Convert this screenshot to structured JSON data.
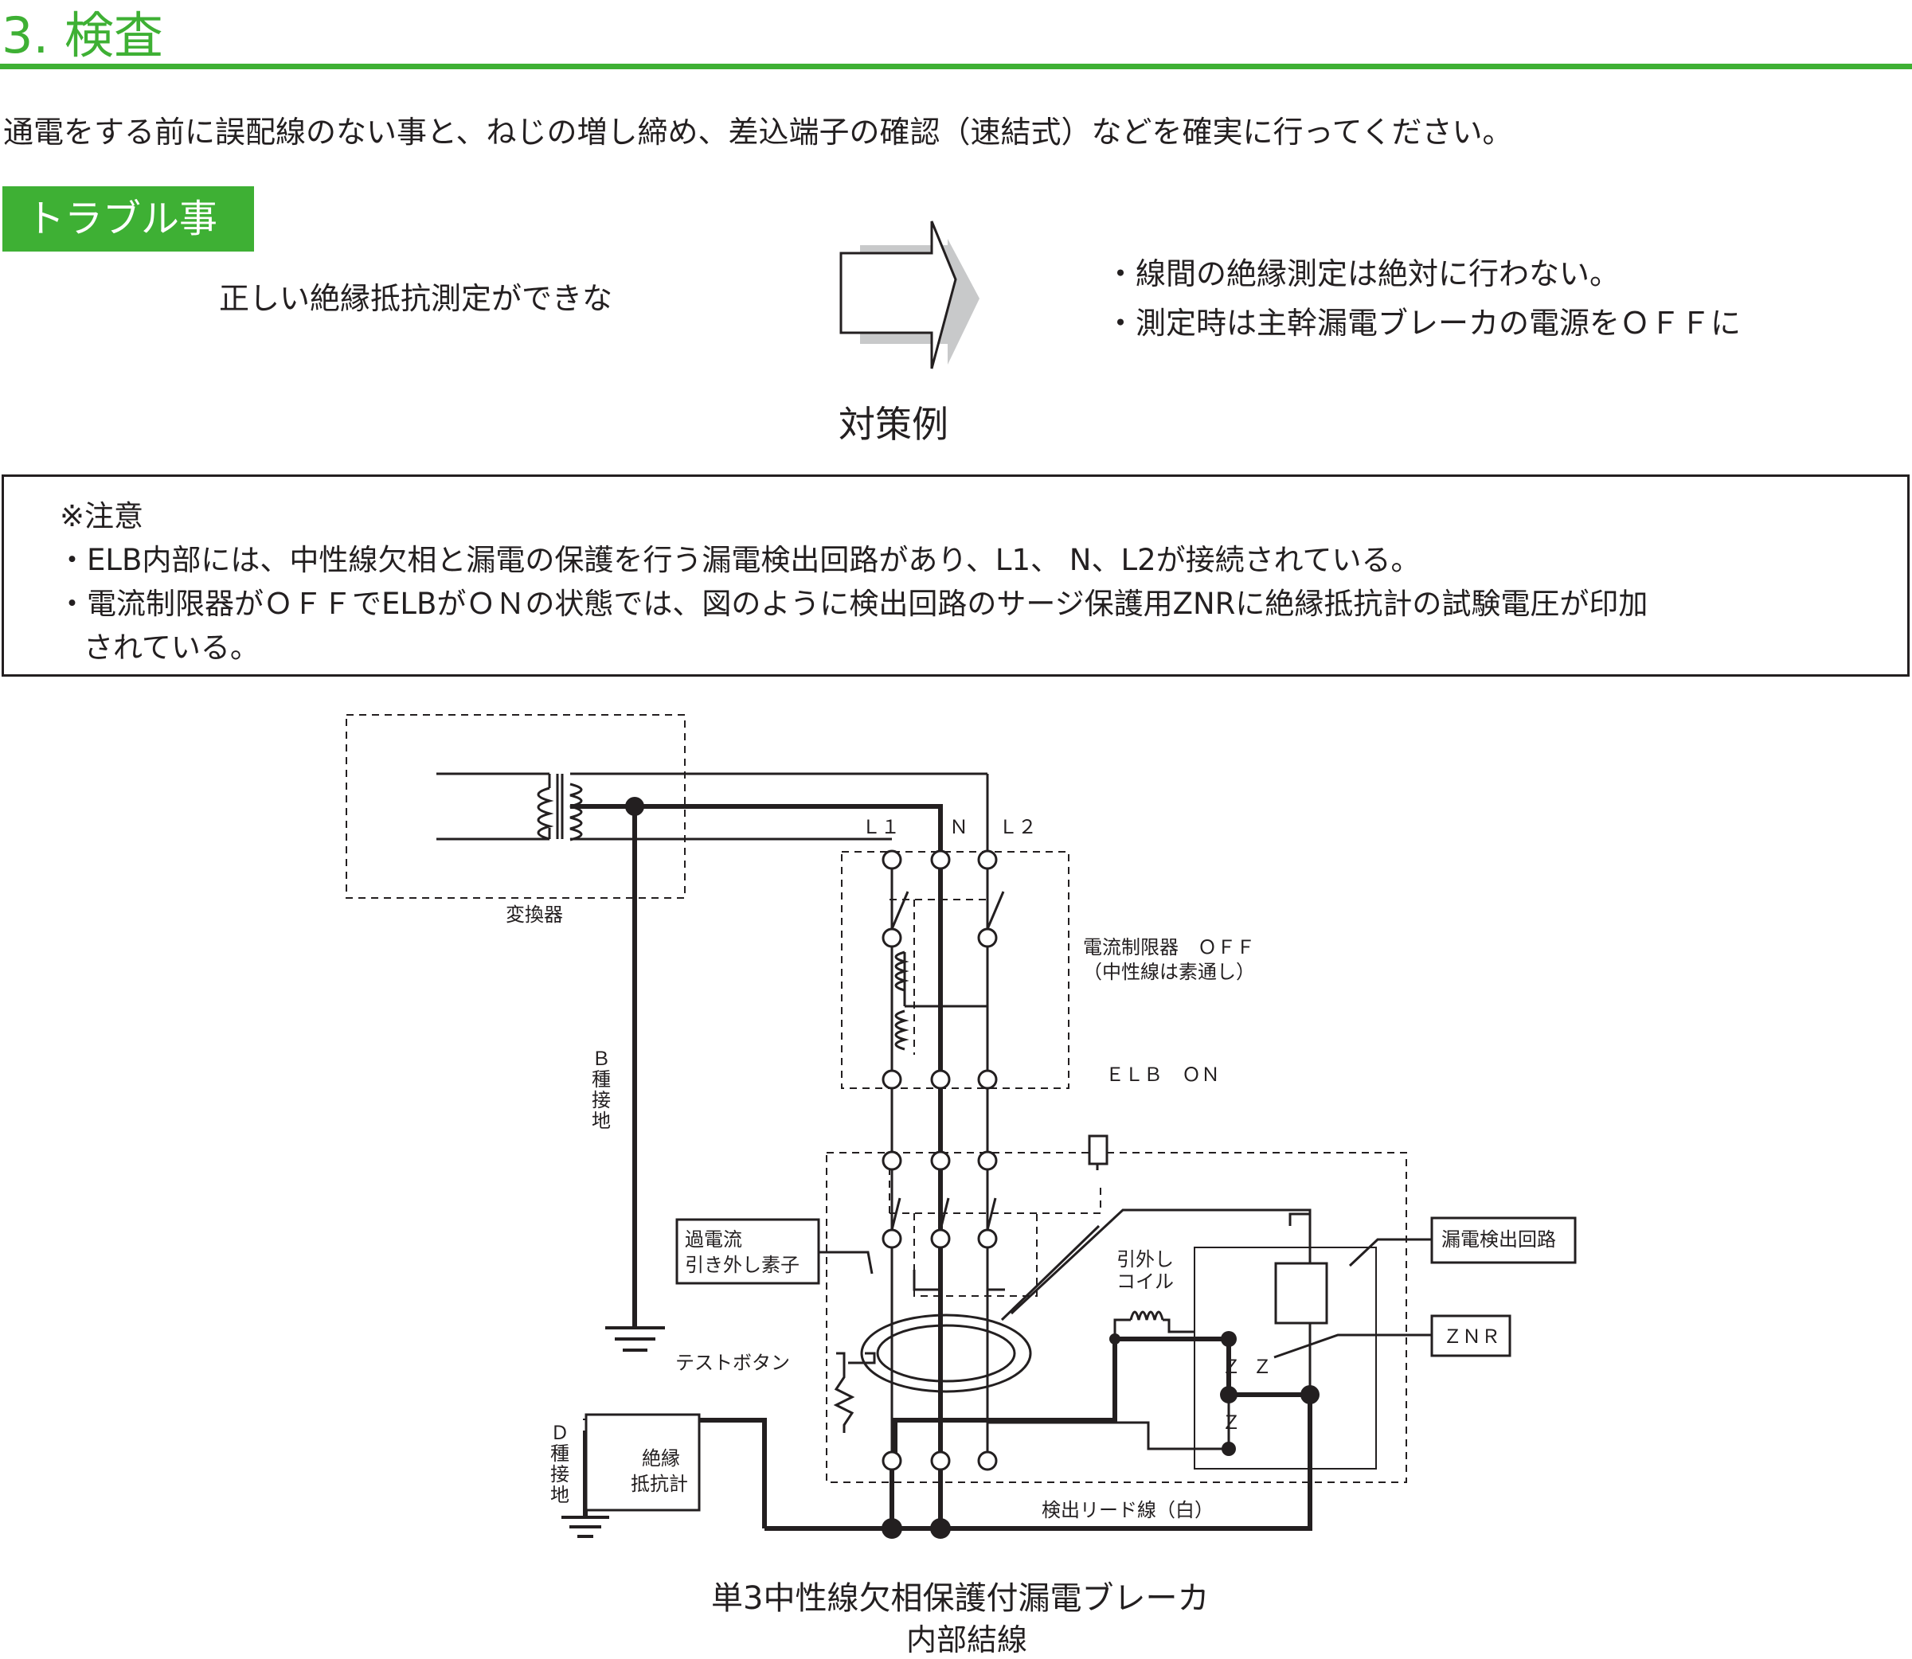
{
  "header": {
    "title": "3. 検査"
  },
  "intro": "通電をする前に誤配線のない事と、ねじの増し締め、差込端子の確認（速結式）などを確実に行ってください。",
  "trouble": {
    "badge": "トラブル事",
    "problem": "正しい絶縁抵抗測定ができな",
    "countermeasure_label": "対策例",
    "countermeasures": [
      "・線間の絶縁測定は絶対に行わない。",
      "・測定時は主幹漏電ブレーカの電源をＯＦＦに"
    ]
  },
  "caution": {
    "title": "※注意",
    "lines": [
      "・ELB内部には、中性線欠相と漏電の保護を行う漏電検出回路があり、L1、 N、L2が接続されている。",
      "・電流制限器がＯＦＦでELBがＯＮの状態では、図のように検出回路のサージ保護用ZNRに絶縁抵抗計の試験電圧が印加",
      "されている。"
    ]
  },
  "diagram": {
    "labels": {
      "transformer": "変換器",
      "l1": "Ｌ１",
      "n": "Ｎ",
      "l2": "Ｌ２",
      "current_limiter": "電流制限器　ＯＦＦ",
      "neutral_pass": "（中性線は素通し）",
      "elb_on": "ＥＬＢ　ＯＮ",
      "b_ground": [
        "Ｂ",
        "種",
        "接",
        "地"
      ],
      "overcurrent": [
        "過電流",
        "引き外し素子"
      ],
      "trip_coil": [
        "引外し",
        "コイル"
      ],
      "leak_circuit": "漏電検出回路",
      "znr": "ＺＮＲ",
      "test_button": "テストボタン",
      "d_ground": [
        "Ｄ",
        "種",
        "接",
        "地"
      ],
      "megger": [
        "絶縁",
        "抵抗計"
      ],
      "lead": "検出リード線（白）",
      "z": "Ｚ"
    },
    "caption": [
      "単3中性線欠相保護付漏電ブレーカ",
      "内部結線"
    ]
  },
  "colors": {
    "accent": "#3eb034",
    "ink": "#231f20",
    "shadow": "#c8c9ca"
  }
}
